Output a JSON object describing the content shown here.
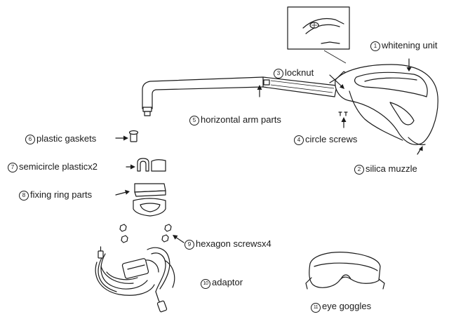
{
  "parts": [
    {
      "key": "whitening_unit",
      "num": "1",
      "label": "whitening unit"
    },
    {
      "key": "silica_muzzle",
      "num": "2",
      "label": "silica muzzle"
    },
    {
      "key": "locknut",
      "num": "3",
      "label": "locknut"
    },
    {
      "key": "circle_screws",
      "num": "4",
      "label": "circle screws"
    },
    {
      "key": "horizontal_arm",
      "num": "5",
      "label": "horizontal arm parts"
    },
    {
      "key": "plastic_gaskets",
      "num": "6",
      "label": "plastic gaskets"
    },
    {
      "key": "semicircle_plastic",
      "num": "7",
      "label": "semicircle plasticx2"
    },
    {
      "key": "fixing_ring",
      "num": "8",
      "label": "fixing ring parts"
    },
    {
      "key": "hexagon_screws",
      "num": "9",
      "label": "hexagon screwsx4"
    },
    {
      "key": "adaptor",
      "num": "10",
      "label": "adaptor"
    },
    {
      "key": "eye_goggles",
      "num": "11",
      "label": "eye goggles"
    }
  ]
}
